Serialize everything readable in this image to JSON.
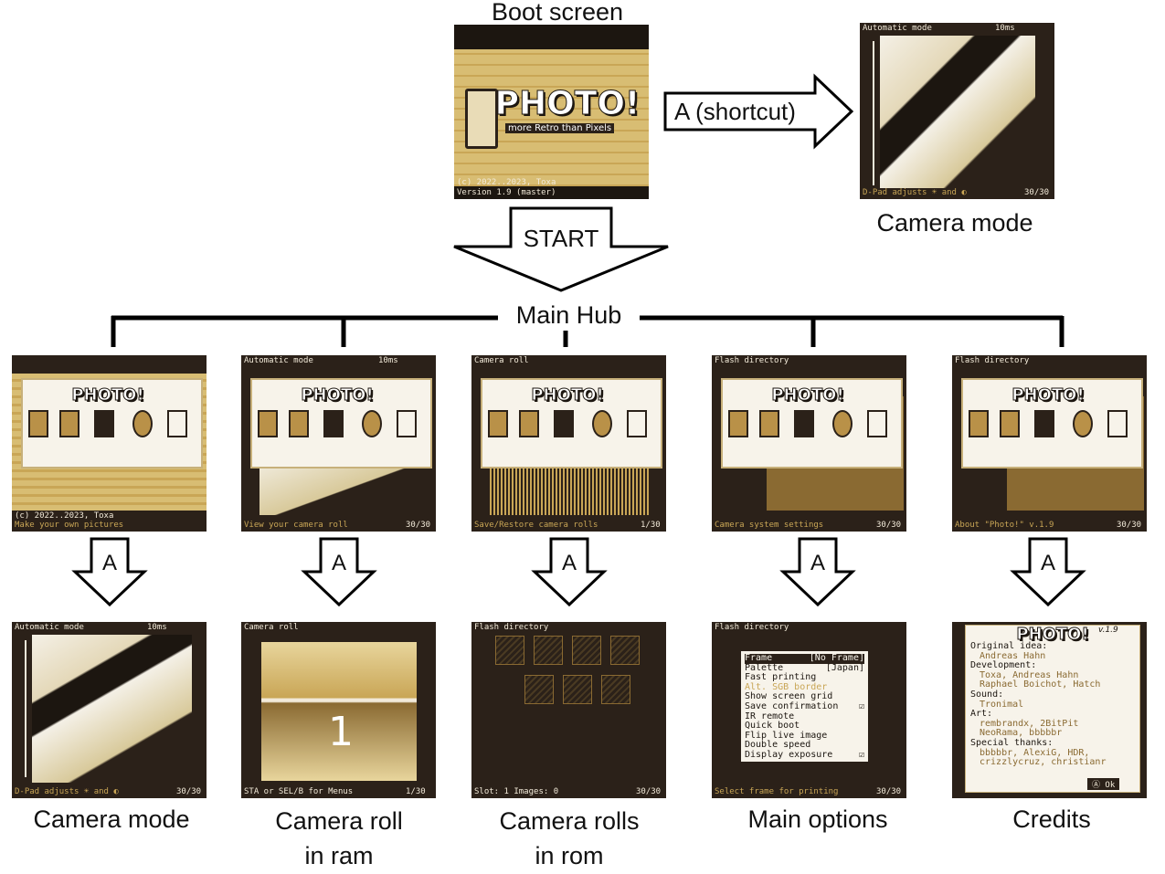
{
  "top": {
    "boot_title": "Boot screen",
    "boot_screen": {
      "logo": "PHOTO!",
      "tagline": "more Retro than Pixels",
      "copyright": "(c) 2022..2023, Toxa",
      "version": "Version 1.9 (master)"
    },
    "shortcut_label": "A (shortcut)",
    "start_label": "START",
    "camera_title": "Camera mode",
    "camera_screen": {
      "mode": "Automatic mode",
      "exposure": "10ms",
      "hint": "D-Pad adjusts ☀ and ◐",
      "count": "30/30"
    }
  },
  "hub": {
    "label": "Main Hub"
  },
  "hub_screens": [
    {
      "header": "",
      "status_line1": "(c) 2022..2023, Toxa",
      "status": "Make your own pictures",
      "count": ""
    },
    {
      "header": "Automatic mode",
      "header_right": "10ms",
      "status": "View your camera roll",
      "count": "30/30"
    },
    {
      "header": "Camera roll",
      "status": "Save/Restore camera rolls",
      "count": "1/30"
    },
    {
      "header": "Flash directory",
      "status": "Camera system settings",
      "count": "30/30"
    },
    {
      "header": "Flash directory",
      "status": "About \"Photo!\" v.1.9",
      "count": "30/30"
    }
  ],
  "arrow_label": "A",
  "bottom": [
    {
      "title": "Camera mode",
      "header": "Automatic mode",
      "header_right": "10ms",
      "status": "D-Pad adjusts ☀ and ◐",
      "count": "30/30"
    },
    {
      "title_line1": "Camera roll",
      "title_line2": "in ram",
      "header": "Camera roll",
      "number": "1",
      "status": "STA or SEL/B for Menus",
      "count": "1/30"
    },
    {
      "title_line1": "Camera rolls",
      "title_line2": "in rom",
      "header": "Flash directory",
      "status": "Slot: 1 Images: 0",
      "count": "30/30"
    },
    {
      "title": "Main options",
      "header": "Flash directory",
      "status": "Select frame for printing",
      "count": "30/30",
      "options": [
        {
          "label": "Frame",
          "value": "[No Frame]"
        },
        {
          "label": "Palette",
          "value": "[Japan]"
        },
        {
          "label": "Fast printing",
          "value": ""
        },
        {
          "label": "Alt. SGB border",
          "value": ""
        },
        {
          "label": "Show screen grid",
          "value": ""
        },
        {
          "label": "Save confirmation",
          "value": "☑"
        },
        {
          "label": "IR remote",
          "value": ""
        },
        {
          "label": "Quick boot",
          "value": ""
        },
        {
          "label": "Flip live image",
          "value": ""
        },
        {
          "label": "Double speed",
          "value": ""
        },
        {
          "label": "Display exposure",
          "value": "☑"
        }
      ]
    },
    {
      "title": "Credits",
      "logo": "PHOTO!",
      "version": "v.1.9",
      "ok": "Ⓐ Ok",
      "lines": [
        {
          "t": "Original idea:",
          "n": false
        },
        {
          "t": "Andreas Hahn",
          "n": true
        },
        {
          "t": "Development:",
          "n": false
        },
        {
          "t": "Toxa, Andreas Hahn",
          "n": true
        },
        {
          "t": "Raphael Boichot, Hatch",
          "n": true
        },
        {
          "t": "Sound:",
          "n": false
        },
        {
          "t": "Tronimal",
          "n": true
        },
        {
          "t": "Art:",
          "n": false
        },
        {
          "t": "rembrandx, 2BitPit",
          "n": true
        },
        {
          "t": "NeoRama, bbbbbr",
          "n": true
        },
        {
          "t": "Special thanks:",
          "n": false
        },
        {
          "t": "bbbbbr, AlexiG, HDR,",
          "n": true
        },
        {
          "t": "crizzlycruz, christianr",
          "n": true
        }
      ]
    }
  ],
  "colors": {
    "screen_dark": "#2b2119",
    "gold": "#c9a656",
    "bronze": "#8a6a32",
    "cream": "#f7f3ea"
  }
}
